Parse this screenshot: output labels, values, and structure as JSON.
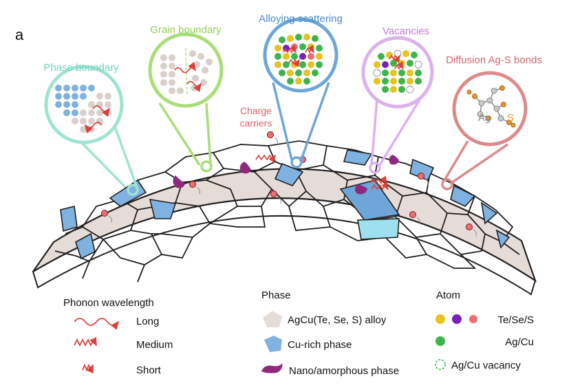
{
  "panel_label": "a",
  "callouts": {
    "phase_boundary": "Phase boundary",
    "grain_boundary": "Grain boundary",
    "alloying_scattering": "Alloying scattering",
    "vacancies": "Vacancies",
    "diffusion": "Diffusion Ag-S bonds",
    "charge_carriers_line1": "Charge",
    "charge_carriers_line2": "carriers",
    "atom_ag": "Ag",
    "atom_s": "S"
  },
  "legend": {
    "phonon": {
      "title": "Phonon wavelength",
      "items": [
        "Long",
        "Medium",
        "Short"
      ]
    },
    "phase": {
      "title": "Phase",
      "items": [
        "AgCu(Te, Se, S) alloy",
        "Cu-rich phase",
        "Nano/amorphous phase"
      ]
    },
    "atom": {
      "title": "Atom",
      "items": [
        "Te/Se/S",
        "Ag/Cu",
        "Ag/Cu vacancy"
      ]
    }
  },
  "colors": {
    "grain_fill": "#e6dcd7",
    "cu_rich": "#7fb2e0",
    "nano_phase": "#8e2a7e",
    "phonon": "#d9423a",
    "phase_boundary": "#9fe3d2",
    "grain_boundary": "#a9dd78",
    "alloying": "#6fa6d8",
    "vacancies": "#dcb1ec",
    "diffusion": "#dd8a8c",
    "atom_yellow": "#e8c21d",
    "atom_purple": "#7a21b8",
    "atom_pink": "#ec6f77",
    "atom_green": "#3cb54a"
  }
}
